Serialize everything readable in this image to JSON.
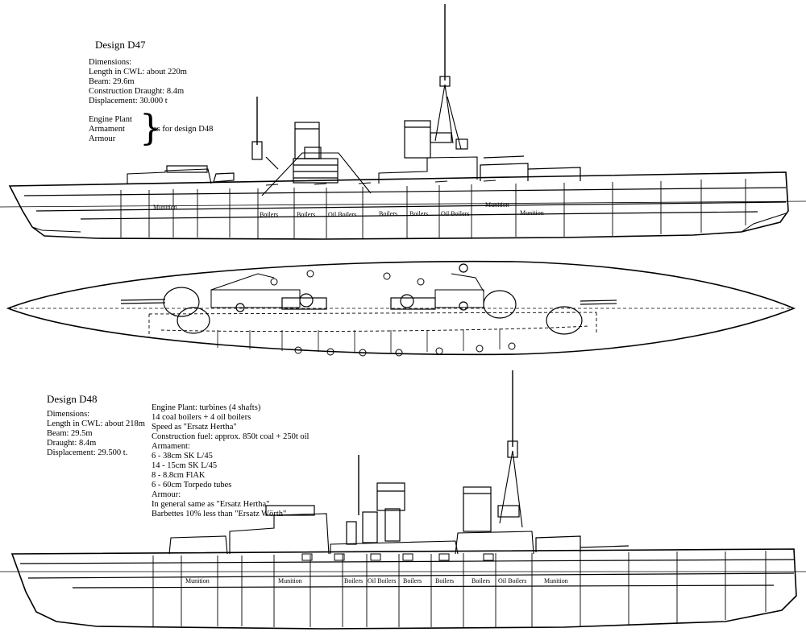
{
  "d47": {
    "title": "Design D47",
    "spec_lines": [
      "Dimensions:",
      "Length in CWL: about 220m",
      "Beam: 29.6m",
      "Construction Draught: 8.4m",
      "Displacement: 30.000 t"
    ],
    "ref_lines": [
      "Engine Plant",
      "Armament",
      "Armour"
    ],
    "ref_note": "as for design D48",
    "compartments": [
      "Munition",
      "Boilers",
      "Boilers",
      "Oil Boilers",
      "Boilers",
      "Boilers",
      "Oil Boilers",
      "Munition",
      "Munition"
    ]
  },
  "d48": {
    "title": "Design D48",
    "spec_lines": [
      "Dimensions:",
      "Length in CWL: about 218m",
      "Beam: 29.5m",
      "Draught: 8.4m",
      "Displacement: 29.500 t."
    ],
    "engine_lines": [
      "Engine Plant: turbines (4 shafts)",
      "14 coal boilers + 4 oil boilers",
      "Speed as \"Ersatz Hertha\"",
      "Construction fuel: approx. 850t coal + 250t oil",
      "Armament:",
      "6 - 38cm SK L/45",
      "14 - 15cm SK L/45",
      "8 - 8.8cm FlAK",
      "6 - 60cm Torpedo tubes",
      "Armour:",
      "In general same as \"Ersatz Hertha\"",
      "Barbettes 10% less than \"Ersatz Wörth\""
    ],
    "compartments": [
      "Munition",
      "Munition",
      "Boilers",
      "Oil Boilers",
      "Boilers",
      "Boilers",
      "Boilers",
      "Oil Boilers",
      "Munition"
    ]
  }
}
